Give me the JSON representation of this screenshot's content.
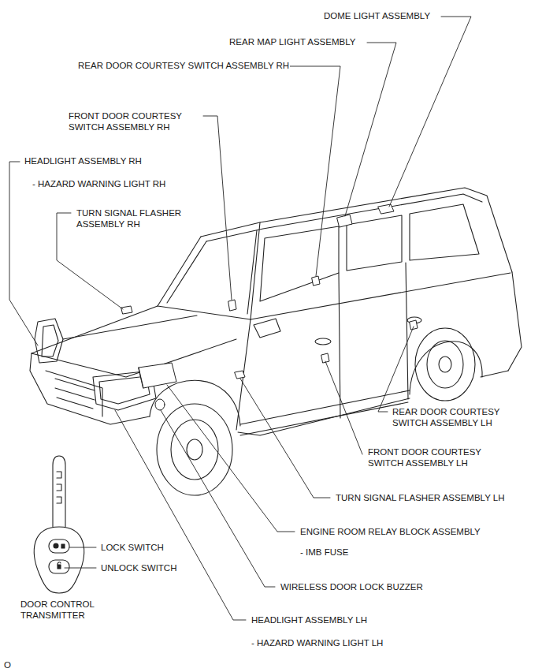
{
  "diagram": {
    "labels": [
      "DOME LIGHT ASSEMBLY",
      "REAR MAP LIGHT ASSEMBLY",
      "REAR DOOR COURTESY SWITCH ASSEMBLY RH",
      "FRONT DOOR COURTESY SWITCH ASSEMBLY RH",
      "HEADLIGHT ASSEMBLY RH",
      "- HAZARD WARNING LIGHT RH",
      "TURN SIGNAL FLASHER ASSEMBLY RH",
      "REAR DOOR COURTESY SWITCH ASSEMBLY LH",
      "FRONT DOOR COURTESY SWITCH ASSEMBLY LH",
      "TURN SIGNAL FLASHER ASSEMBLY LH",
      "ENGINE ROOM RELAY BLOCK ASSEMBLY",
      "- IMB FUSE",
      "LOCK SWITCH",
      "UNLOCK SWITCH",
      "DOOR CONTROL TRANSMITTER",
      "WIRELESS DOOR LOCK BUZZER",
      "HEADLIGHT ASSEMBLY LH",
      "- HAZARD WARNING LIGHT LH",
      "O"
    ]
  }
}
